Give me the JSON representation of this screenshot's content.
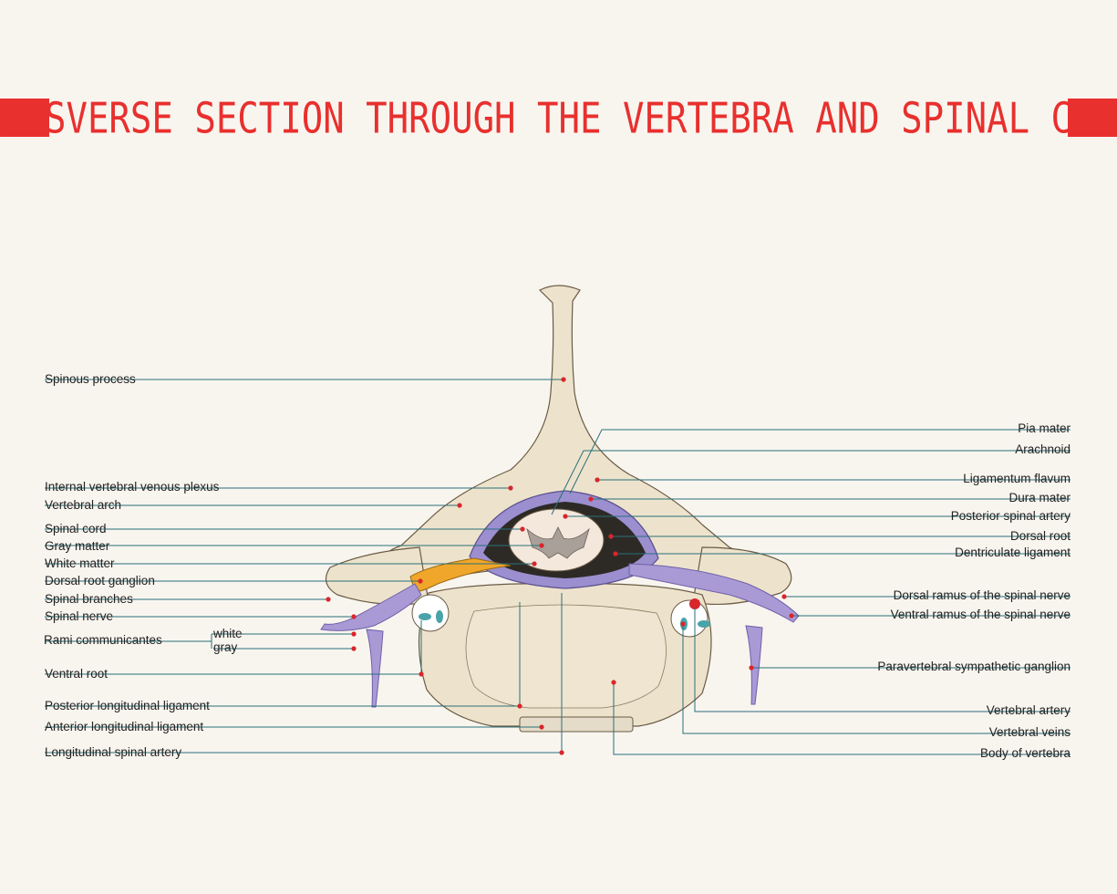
{
  "title": "TRANSVERSE SECTION THROUGH THE VERTEBRA AND SPINAL CANAL",
  "colors": {
    "accent": "#e8302e",
    "leader": "#2a6f78",
    "bone": "#ede3cc",
    "nerve": "#a99ad6",
    "ganglion": "#f0a62a",
    "marker": "#d8262b"
  },
  "labels_left": [
    {
      "id": "spinous-process",
      "text": "Spinous process"
    },
    {
      "id": "internal-vertebral-venous-plexus",
      "text": "Internal vertebral venous plexus"
    },
    {
      "id": "vertebral-arch",
      "text": "Vertebral arch"
    },
    {
      "id": "spinal-cord",
      "text": "Spinal cord"
    },
    {
      "id": "gray-matter",
      "text": "Gray matter"
    },
    {
      "id": "white-matter",
      "text": "White matter"
    },
    {
      "id": "dorsal-root-ganglion",
      "text": "Dorsal root ganglion"
    },
    {
      "id": "spinal-branches",
      "text": "Spinal branches"
    },
    {
      "id": "spinal-nerve",
      "text": "Spinal nerve"
    },
    {
      "id": "rami-communicantes",
      "text": "Rami communicantes"
    },
    {
      "id": "rami-white",
      "text": "white"
    },
    {
      "id": "rami-gray",
      "text": "gray"
    },
    {
      "id": "ventral-root",
      "text": "Ventral root"
    },
    {
      "id": "posterior-longitudinal-ligament",
      "text": "Posterior longitudinal ligament"
    },
    {
      "id": "anterior-longitudinal-ligament",
      "text": "Anterior longitudinal ligament"
    },
    {
      "id": "longitudinal-spinal-artery",
      "text": "Longitudinal spinal artery"
    }
  ],
  "labels_right": [
    {
      "id": "pia-mater",
      "text": "Pia mater"
    },
    {
      "id": "arachnoid",
      "text": "Arachnoid"
    },
    {
      "id": "ligamentum-flavum",
      "text": "Ligamentum flavum"
    },
    {
      "id": "dura-mater",
      "text": "Dura mater"
    },
    {
      "id": "posterior-spinal-artery",
      "text": "Posterior spinal artery"
    },
    {
      "id": "dorsal-root",
      "text": "Dorsal root"
    },
    {
      "id": "denticulate-ligament",
      "text": "Dentriculate ligament"
    },
    {
      "id": "dorsal-ramus",
      "text": "Dorsal ramus of the spinal nerve"
    },
    {
      "id": "ventral-ramus",
      "text": "Ventral ramus of the spinal nerve"
    },
    {
      "id": "paravertebral-sympathetic-ganglion",
      "text": "Paravertebral sympathetic ganglion"
    },
    {
      "id": "vertebral-artery",
      "text": "Vertebral artery"
    },
    {
      "id": "vertebral-veins",
      "text": "Vertebral veins"
    },
    {
      "id": "body-of-vertebra",
      "text": "Body of vertebra"
    }
  ]
}
